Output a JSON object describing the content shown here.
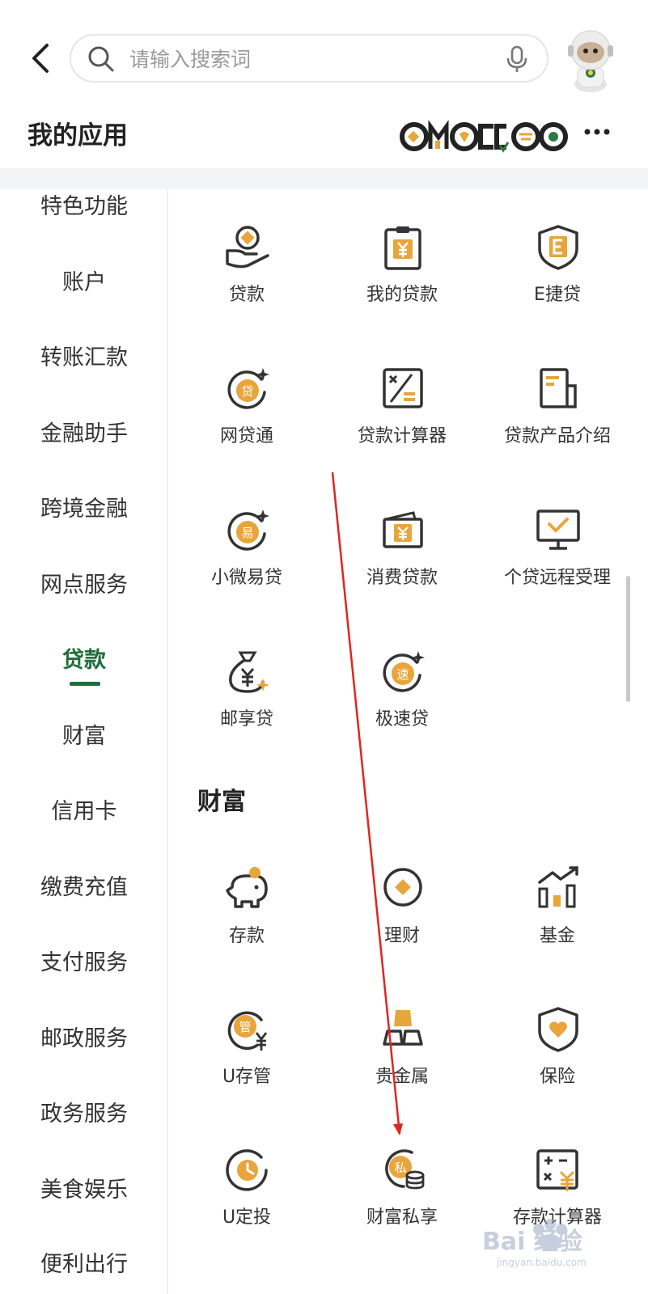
{
  "header": {
    "search_placeholder": "请输入搜索词",
    "page_title": "我的应用"
  },
  "sidebar": {
    "items": [
      {
        "label": "特色功能"
      },
      {
        "label": "账户"
      },
      {
        "label": "转账汇款"
      },
      {
        "label": "金融助手"
      },
      {
        "label": "跨境金融"
      },
      {
        "label": "网点服务"
      },
      {
        "label": "贷款",
        "active": true
      },
      {
        "label": "财富"
      },
      {
        "label": "信用卡"
      },
      {
        "label": "缴费充值"
      },
      {
        "label": "支付服务"
      },
      {
        "label": "邮政服务"
      },
      {
        "label": "政务服务"
      },
      {
        "label": "美食娱乐"
      },
      {
        "label": "便利出行"
      }
    ]
  },
  "loans": {
    "items": [
      {
        "label": "贷款",
        "icon": "hand-coin-icon"
      },
      {
        "label": "我的贷款",
        "icon": "clipboard-yuan-icon"
      },
      {
        "label": "E捷贷",
        "icon": "shield-e-icon"
      },
      {
        "label": "网贷通",
        "icon": "circle-dai-icon"
      },
      {
        "label": "贷款计算器",
        "icon": "calculator-icon"
      },
      {
        "label": "贷款产品介绍",
        "icon": "document-icon"
      },
      {
        "label": "小微易贷",
        "icon": "circle-yi-icon"
      },
      {
        "label": "消费贷款",
        "icon": "wallet-yuan-icon"
      },
      {
        "label": "个贷远程受理",
        "icon": "monitor-check-icon"
      },
      {
        "label": "邮享贷",
        "icon": "money-bag-icon"
      },
      {
        "label": "极速贷",
        "icon": "circle-su-icon"
      }
    ]
  },
  "wealth": {
    "title": "财富",
    "items": [
      {
        "label": "存款",
        "icon": "piggy-bank-icon"
      },
      {
        "label": "理财",
        "icon": "circle-diamond-icon"
      },
      {
        "label": "基金",
        "icon": "bar-chart-icon"
      },
      {
        "label": "U存管",
        "icon": "circle-guan-icon"
      },
      {
        "label": "贵金属",
        "icon": "gold-bars-icon"
      },
      {
        "label": "保险",
        "icon": "shield-heart-icon"
      },
      {
        "label": "U定投",
        "icon": "circle-clock-icon"
      },
      {
        "label": "财富私享",
        "icon": "circle-si-icon"
      },
      {
        "label": "存款计算器",
        "icon": "deposit-calculator-icon"
      }
    ]
  },
  "watermark": {
    "text": "Bai 经验",
    "subtext": "jingyan.baidu.com"
  },
  "colors": {
    "accent": "#1e6e3c",
    "icon_gold": "#e8a53c",
    "icon_dark": "#333333",
    "annotation_red": "#e0261f"
  }
}
